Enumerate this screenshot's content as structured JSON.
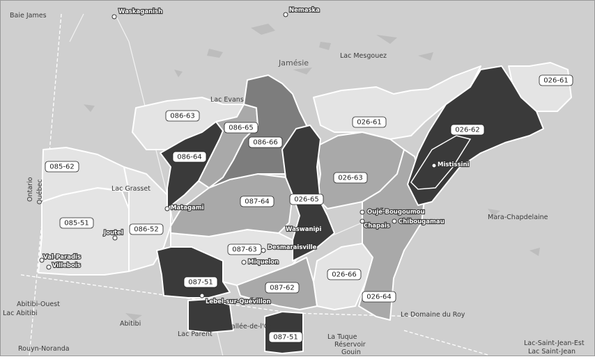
{
  "colors": {
    "background": "#cfcfcf",
    "light_zone": "#e4e4e4",
    "mid_zone": "#a9a9a9",
    "medium_dark_zone": "#7d7d7d",
    "dark_zone": "#3a3a3a",
    "zone_border": "#ffffff"
  },
  "place_names": {
    "baie_james": "Baie James",
    "waskaganish": "Waskaganish",
    "nemaska": "Nemaska",
    "lac_mesgouez": "Lac Mesgouez",
    "jamesie": "Jamésie",
    "lac_evans": "Lac Evans",
    "lac_grasset": "Lac Grasset",
    "ontario": "Ontario",
    "quebec": "Québec",
    "mara_chapdelaine": "Mara-Chapdelaine",
    "abitibi_ouest": "Abitibi-Ouest",
    "lac_abitibi": "Lac Abitibi",
    "abitibi": "Abitibi",
    "lac_parent": "Lac Parent",
    "la_vallee": "La Vallée-de-l'Or",
    "la_tuque": "La Tuque",
    "reservoir": "Réservoir",
    "gouin": "Gouin",
    "rouyn_noranda": "Rouyn-Noranda",
    "le_domaine_du_roy": "Le Domaine du Roy",
    "lac_saint_jean_est": "Lac-Saint-Jean-Est",
    "lac_saint_jean": "Lac Saint-Jean"
  },
  "towns": {
    "matagami": "Matagami",
    "joutel": "Joutel",
    "val_paradis": "Val-Paradis",
    "villebois": "Villebois",
    "waswanipi": "Waswanipi",
    "desmaraisville": "Desmaraisville",
    "miquelon": "Miquelon",
    "lebel_sur_quevillon": "Lebel-sur-Quévillon",
    "oujebougoumou": "Oujé-Bougoumou",
    "chibougamau": "Chibougamau",
    "chapais": "Chapais",
    "mistissini": "Mistissini"
  },
  "zones": {
    "z_02661a": "026-61",
    "z_02661b": "026-61",
    "z_02662": "026-62",
    "z_02663": "026-63",
    "z_02664": "026-64",
    "z_02665": "026-65",
    "z_02666": "026-66",
    "z_08551": "085-51",
    "z_08552": "086-52",
    "z_08562": "085-62",
    "z_08663": "086-63",
    "z_08664": "086-64",
    "z_08665": "086-65",
    "z_08666": "086-66",
    "z_08751a": "087-51",
    "z_08751b": "087-51",
    "z_08762": "087-62",
    "z_08763": "087-63",
    "z_08764": "087-64"
  }
}
